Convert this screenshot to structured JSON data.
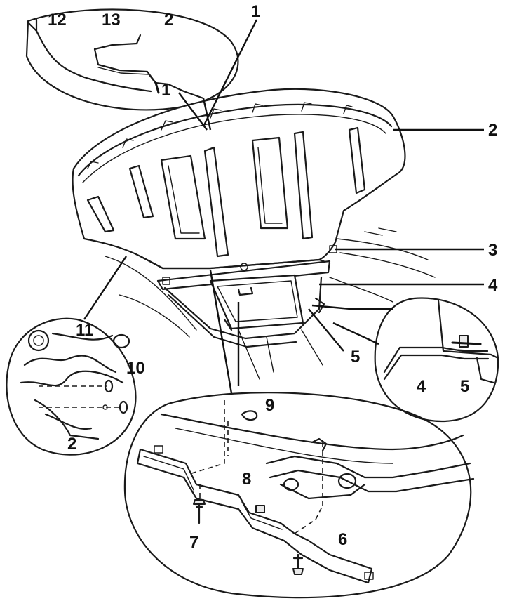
{
  "diagram": {
    "callouts": {
      "c1_top": "1",
      "c1_inset": "1",
      "c2_inset_top": "2",
      "c2_right": "2",
      "c2_inset_left": "2",
      "c3": "3",
      "c4_right": "4",
      "c4_inset": "4",
      "c5_main": "5",
      "c5_inset": "5",
      "c6": "6",
      "c7": "7",
      "c8": "8",
      "c9": "9",
      "c10": "10",
      "c11": "11",
      "c12": "12",
      "c13": "13"
    }
  }
}
